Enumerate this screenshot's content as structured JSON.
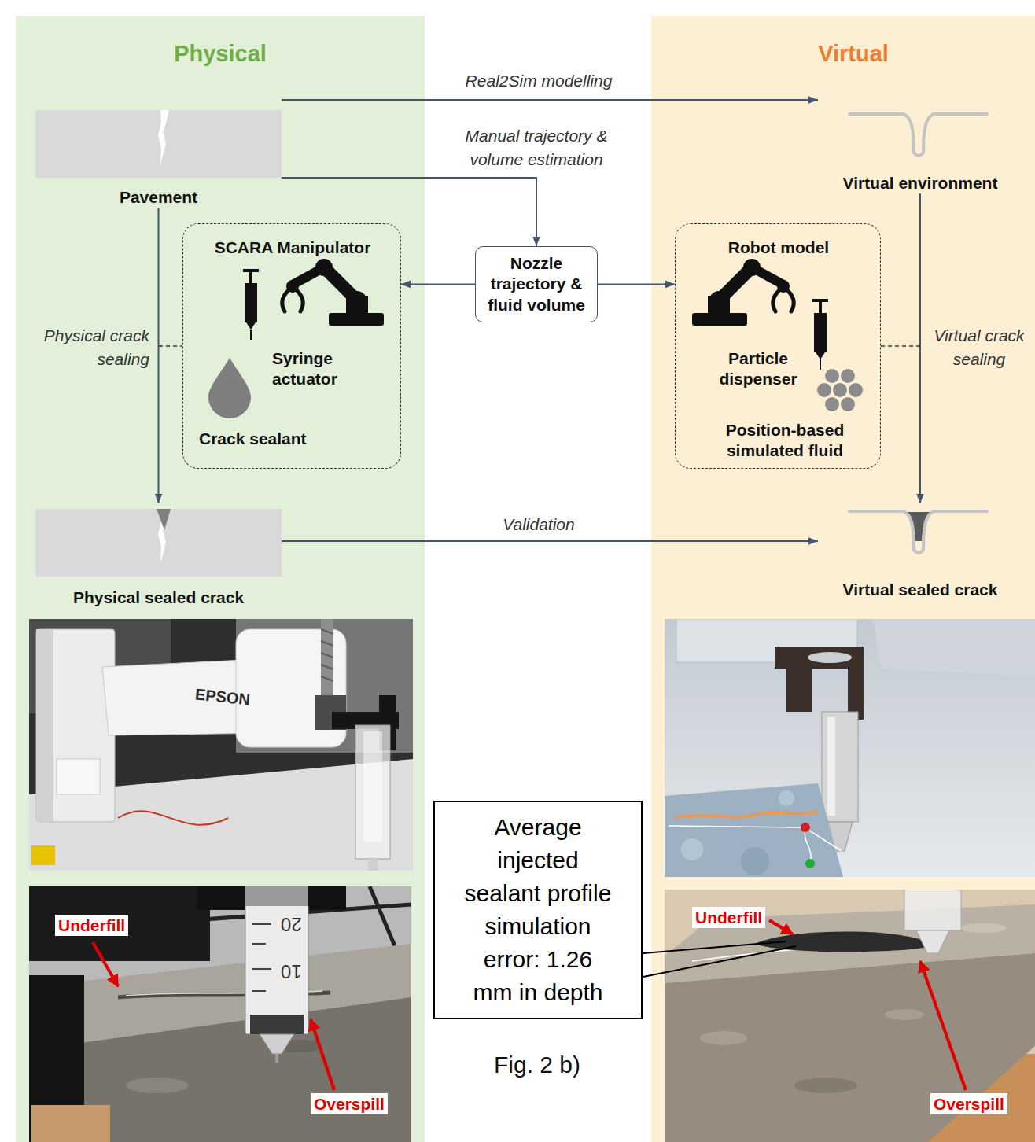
{
  "diagram": {
    "caption": "Fig. 2 b)",
    "nodes": [
      {
        "text": [
          "Physical"
        ]
      },
      {
        "text": [
          "Virtual"
        ]
      },
      {
        "text": [
          "Pavement"
        ],
        "in": 0
      },
      {
        "text": [
          "Virtual environment"
        ],
        "in": 1
      },
      {
        "text": [
          "SCARA Manipulator",
          "Syringe actuator",
          "Crack sealant"
        ],
        "in": 0
      },
      {
        "text": [
          "Nozzle trajectory & fluid volume"
        ]
      },
      {
        "text": [
          "Robot model",
          "Particle dispenser",
          "Position-based simulated fluid"
        ],
        "in": 1
      },
      {
        "text": [
          "Physical sealed crack"
        ],
        "in": 0
      },
      {
        "text": [
          "Virtual sealed crack"
        ],
        "in": 1
      },
      {
        "text": [
          "Average injected sealant profile simulation error: 1.26 mm in depth"
        ]
      }
    ],
    "edges": [
      {
        "from": 2,
        "to": 3,
        "label": "Real2Sim modelling",
        "arrow": "to"
      },
      {
        "from": 2,
        "to": 5,
        "label": "Manual trajectory & volume estimation",
        "arrow": "to"
      },
      {
        "from": 5,
        "to": 4,
        "arrow": "to"
      },
      {
        "from": 5,
        "to": 6,
        "arrow": "to"
      },
      {
        "from": 2,
        "to": 7,
        "label": "Physical crack sealing",
        "arrow": "to"
      },
      {
        "from": 3,
        "to": 8,
        "label": "Virtual crack sealing",
        "arrow": "to"
      },
      {
        "from": 7,
        "to": 8,
        "label": "Validation",
        "arrow": "to"
      }
    ],
    "labels": [
      "EPSON",
      "20",
      "10",
      "Underfill",
      "Overspill",
      "Underfill",
      "Overspill"
    ]
  }
}
